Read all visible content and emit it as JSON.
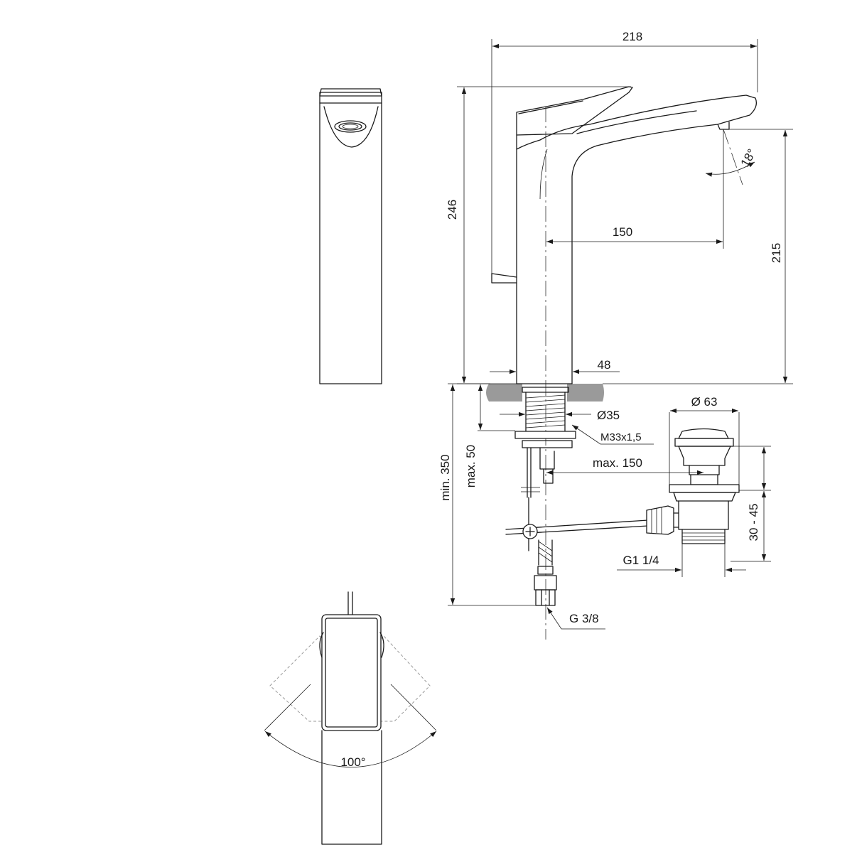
{
  "dimensions": {
    "width_overall": "218",
    "height_overall": "246",
    "spout_reach": "150",
    "spout_height": "215",
    "spout_angle": "18°",
    "base_width": "48",
    "shank_diameter": "Ø35",
    "thread": "M33x1,5",
    "min_length": "min. 350",
    "max_deck": "max. 50",
    "max_rod": "max. 150",
    "waste_diameter": "Ø 63",
    "waste_height": "30 - 45",
    "waste_thread": "G1 1/4",
    "supply_thread": "G 3/8",
    "lever_angle": "100°"
  },
  "colors": {
    "line": "#1a1a1a",
    "hatch": "#9a9a9a",
    "ghost": "#9a9a9a"
  }
}
